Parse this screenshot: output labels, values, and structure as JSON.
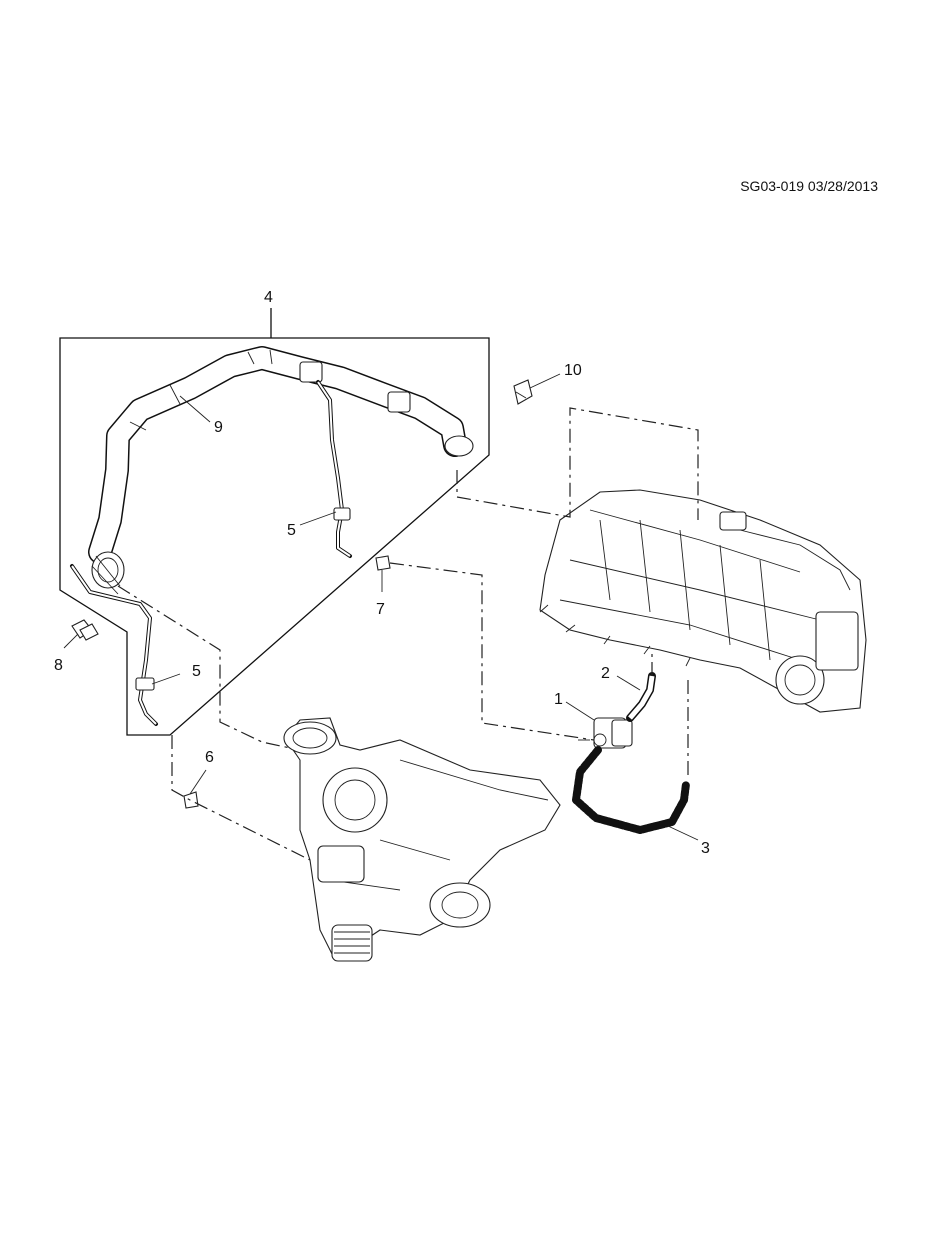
{
  "drawing_id": "SG03-019 03/28/2013",
  "callouts": {
    "c1": "1",
    "c2": "2",
    "c3": "3",
    "c4": "4",
    "c5a": "5",
    "c5b": "5",
    "c6": "6",
    "c7": "7",
    "c8": "8",
    "c9": "9",
    "c10": "10"
  },
  "colors": {
    "line": "#111111",
    "background": "#ffffff"
  }
}
